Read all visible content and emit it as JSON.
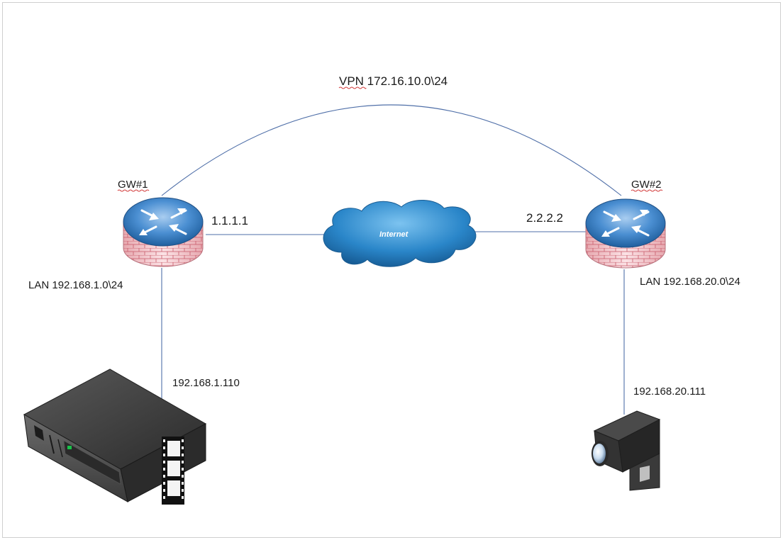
{
  "diagram": {
    "vpn_label": "VPN 172.16.10.0\\24",
    "internet_label": "Internet",
    "gw1": {
      "name": "GW#1",
      "wan_ip": "1.1.1.1",
      "lan_label": "LAN 192.168.1.0\\24"
    },
    "gw2": {
      "name": "GW#2",
      "wan_ip": "2.2.2.2",
      "lan_label": "LAN 192.168.20.0\\24"
    },
    "server": {
      "ip": "192.168.1.110"
    },
    "camera": {
      "ip": "192.168.20.111"
    }
  },
  "colors": {
    "link": "#4f6fa8",
    "router_top": "#3b7fc6",
    "router_brick": "#f3c7cc",
    "cloud": "#2a86c9",
    "server_body": "#3a3a3a",
    "camera_body": "#2f2f2f"
  }
}
